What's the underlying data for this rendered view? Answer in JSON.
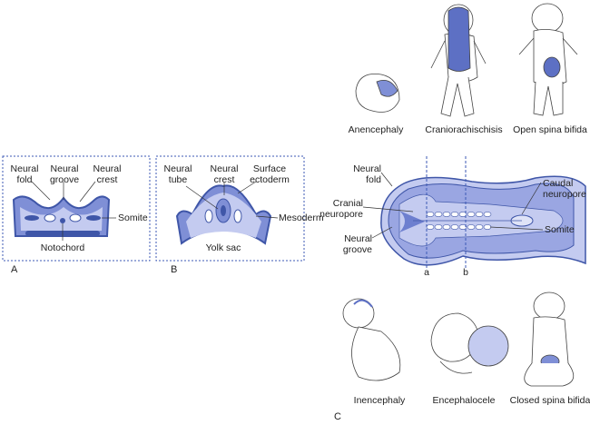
{
  "panel_a": {
    "letter": "A",
    "labels": {
      "neural_fold": "Neural\nfold",
      "neural_groove": "Neural\ngroove",
      "neural_crest": "Neural\ncrest",
      "somite": "Somite",
      "notochord": "Notochord"
    }
  },
  "panel_b": {
    "letter": "B",
    "labels": {
      "neural_tube": "Neural\ntube",
      "neural_crest": "Neural\ncrest",
      "surface_ectoderm": "Surface\nectoderm",
      "mesoderm": "Mesoderm",
      "yolk_sac": "Yolk sac"
    }
  },
  "panel_c": {
    "letter": "C",
    "embryo_labels": {
      "neural_fold": "Neural\nfold",
      "cranial_neuropore": "Cranial\nneuropore",
      "neural_groove": "Neural\ngroove",
      "caudal_neuropore": "Caudal\nneuropore",
      "somite": "Somite",
      "section_a": "a",
      "section_b": "b"
    },
    "top_defects": [
      "Anencephaly",
      "Craniorachischisis",
      "Open spina bifida"
    ],
    "bottom_defects": [
      "Inencephaly",
      "Encephalocele",
      "Closed spina bifida"
    ]
  },
  "colors": {
    "dark_blue": "#3f56a8",
    "mid_blue": "#7f8fd6",
    "light_blue": "#c4cbf0",
    "dash": "#3c59b5"
  }
}
